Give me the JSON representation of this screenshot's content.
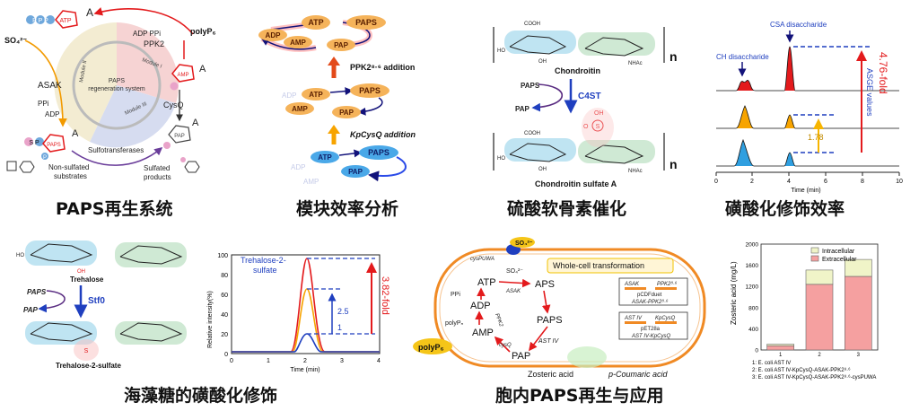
{
  "captions": {
    "p1": "PAPS再生系统",
    "p2": "模块效率分析",
    "p3": "硫酸软骨素催化",
    "p4": "磺酸化修饰效率",
    "p5": "海藻糖的磺酸化修饰",
    "p6": "胞内PAPS再生与应用"
  },
  "cycle": {
    "ppp": "P P P",
    "atp": "ATP",
    "a1": "A",
    "polyp": "polyP₆",
    "adp_ppi": "ADP PPi",
    "ppk2": "PPK2",
    "so4": "SO₄²⁻",
    "module1": "Module I",
    "module2": "Module II",
    "module3": "Module III",
    "center": "PAPS\nregeneration system",
    "asak": "ASAK",
    "ppi": "PPi",
    "adp": "ADP",
    "amp": "AMP",
    "a2": "A",
    "cysq": "CysQ",
    "pap": "PAP",
    "a3": "A",
    "p_sp": "S P",
    "paps_small": "PAPS",
    "p_bottom": "P",
    "a4": "A",
    "sulfotransferases": "Sulfotransferases",
    "nonsulfated": "Non-sulfated\nsubstrates",
    "sulfated": "Sulfated\nproducts"
  },
  "module": {
    "paps1": "PAPS",
    "atp1": "ATP",
    "adp1": "ADP",
    "amp1": "AMP",
    "pap1": "PAP",
    "ppk2_add": "PPK2⁸·⁶ addition",
    "adp2": "ADP",
    "atp2": "ATP",
    "paps2": "PAPS",
    "amp2": "AMP",
    "pap2": "PAP",
    "kp_add": "KpCysQ addition",
    "adp3": "ADP",
    "atp3": "ATP",
    "paps3": "PAPS",
    "amp3": "AMP",
    "pap3": "PAP"
  },
  "chondroitin": {
    "cooh": "COOH",
    "oh1": "HO",
    "oh2": "OH",
    "nhac": "NHAc",
    "n1": "n",
    "name1": "Chondroitin",
    "paps": "PAPS",
    "pap": "PAP",
    "enzyme": "C4ST",
    "oh3": "OH",
    "s": "S",
    "o": "O",
    "nhac2": "NHAc",
    "n2": "n",
    "name2": "Chondroitin sulfate A",
    "cooh2": "COOH",
    "oh4": "HO",
    "oh5": "OH"
  },
  "efficiency": {
    "label_csa": "CSA disaccharide",
    "label_ch": "CH disaccharide",
    "fold": "4.76-fold",
    "asge": "ASGE values",
    "ratio": "1.78",
    "xlabel": "Time (min)",
    "xticks": [
      "0",
      "2",
      "4",
      "6",
      "8",
      "10"
    ]
  },
  "trehalose": {
    "name1": "Trehalose",
    "paps": "PAPS",
    "pap": "PAP",
    "enzyme": "Stf0",
    "name2": "Trehalose-2-sulfate",
    "oh": "OH",
    "ho": "HO",
    "s": "S"
  },
  "trehalose_chart": {
    "title": "Trehalose-2-\nsulfate",
    "ylabel": "Relative intensity(%)",
    "xlabel": "Time (min)",
    "yticks": [
      "0",
      "20",
      "40",
      "60",
      "80",
      "100"
    ],
    "xticks": [
      "0",
      "1",
      "2",
      "3",
      "4"
    ],
    "fold": "3.82-fold",
    "r1": "2.5",
    "r2": "1"
  },
  "whole_cell": {
    "so4": "SO₄²⁻",
    "cys": "cysPUWA",
    "so4b": "SO₄²⁻",
    "title": "Whole-cell transformation",
    "atp": "ATP",
    "aps": "APS",
    "paps": "PAPS",
    "pap": "PAP",
    "adp": "ADP",
    "amp": "AMP",
    "ppi": "PPi",
    "asak": "ASAK",
    "polyp": "polyPₙ",
    "ppk2": "PPK2",
    "cysq": "cysQ",
    "ast": "AST IV",
    "box1_a": "ASAK",
    "box1_b": "PPK2⁸·⁶",
    "box1_c": "pCDFduet",
    "box1_d": "ASAK-PPK2⁸·⁶",
    "box2_a": "AST IV",
    "box2_b": "KpCysQ",
    "box2_c": "pET28a",
    "box2_d": "AST IV-KpCysQ",
    "polyp_big": "polyP₆",
    "zosteric": "Zosteric acid",
    "coumaric": "p-Coumaric acid"
  },
  "zosteric_chart": {
    "type": "bar",
    "ylabel": "Zosteric acid (mg/L)",
    "legend": [
      "Intracellular",
      "Extracellular"
    ],
    "yticks": [
      "0",
      "400",
      "800",
      "1200",
      "1600",
      "2000"
    ],
    "categories": [
      "1",
      "2",
      "3"
    ],
    "series": [
      {
        "name": "Extracellular",
        "values": [
          80,
          1240,
          1390
        ]
      },
      {
        "name": "Intracellular",
        "values": [
          30,
          270,
          320
        ]
      }
    ],
    "ylim": [
      0,
      2000
    ],
    "notes": [
      "1: E. coli AST IV",
      "2: E. coli AST IV-KpCysQ-ASAK-PPK2⁸·⁶",
      "3: E. coli AST IV-KpCysQ-ASAK-PPK2⁸·⁶-cysPUWA"
    ]
  },
  "colors": {
    "red": "#e31a1c",
    "orange": "#f7a400",
    "blue": "#1f3fbf",
    "navy": "#12127a",
    "purple": "#5a2d82"
  }
}
